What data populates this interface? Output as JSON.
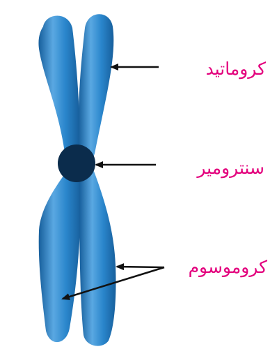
{
  "colors": {
    "chromatid_light": "#5aa8e2",
    "chromatid_mid": "#2a86cc",
    "chromatid_dark": "#175f9c",
    "centromere": "#0b2c4c",
    "label": "#e3007d",
    "arrow": "#111111"
  },
  "labels": {
    "chromatid": "کروماتید",
    "centromere": "سنترومیر",
    "chromosome": "کروموسوم"
  }
}
